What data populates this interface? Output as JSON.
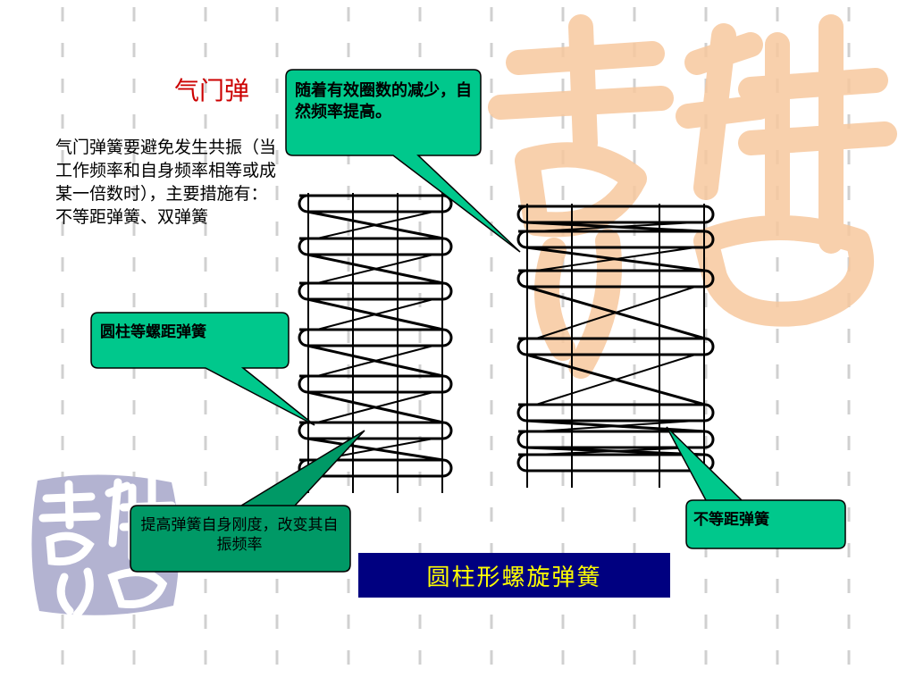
{
  "slide": {
    "title": "气门弹",
    "body": "气门弹簧要避免发生共振（当工作频率和自身频率相等或成某一倍数时），主要措施有：不等距弹簧、双弹簧",
    "caption": "圆柱形螺旋弹簧"
  },
  "callouts": {
    "top": "随着有效圈数的减少，自然频率提高。",
    "mid": "圆柱等螺距弹簧",
    "bottom": "提高弹簧自身刚度，改变其自振频率",
    "right": "不等距弹簧"
  },
  "colors": {
    "callout_fill": "#00c88c",
    "callout_fill_dark": "#009966",
    "caption_bg": "#000080",
    "caption_text": "#ffff00",
    "title": "#cc0000",
    "watermark": "#f7c89e",
    "seal": "#b3b3d1"
  }
}
